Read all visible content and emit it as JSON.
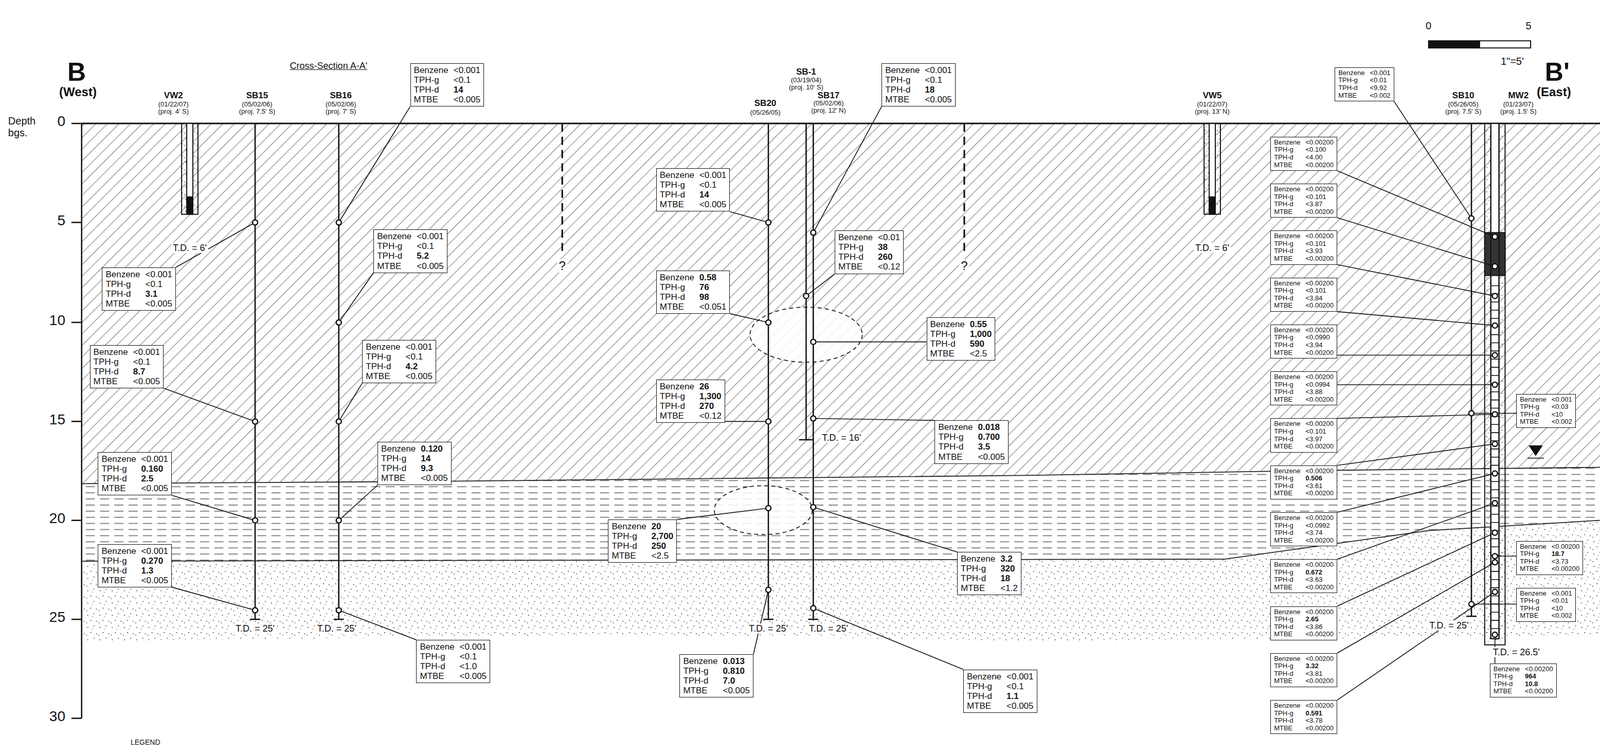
{
  "diagram": {
    "nodes": [
      {
        "text": [
          "Benzene",
          "<0.001",
          "TPH-g",
          "<0.1",
          "TPH-d",
          "14",
          "MTBE",
          "<0.005"
        ]
      },
      {
        "text": [
          "Benzene",
          "<0.001",
          "TPH-g",
          "<0.1",
          "TPH-d",
          "18",
          "MTBE",
          "<0.005"
        ]
      },
      {
        "text": [
          "Benzene",
          "<0.001",
          "TPH-g",
          "<0.01",
          "TPH-d",
          "<9.92",
          "MTBE",
          "<0.002"
        ]
      },
      {
        "text": [
          "Benzene",
          "<0.001",
          "TPH-g",
          "<0.1",
          "TPH-d",
          "3.1",
          "MTBE",
          "<0.005"
        ]
      },
      {
        "text": [
          "Benzene",
          "<0.001",
          "TPH-g",
          "<0.1",
          "TPH-d",
          "8.7",
          "MTBE",
          "<0.005"
        ]
      },
      {
        "text": [
          "Benzene",
          "<0.001",
          "TPH-g",
          "0.160",
          "TPH-d",
          "2.5",
          "MTBE",
          "<0.005"
        ]
      },
      {
        "text": [
          "Benzene",
          "<0.001",
          "TPH-g",
          "0.270",
          "TPH-d",
          "1.3",
          "MTBE",
          "<0.005"
        ]
      },
      {
        "text": [
          "Benzene",
          "<0.001",
          "TPH-g",
          "<0.1",
          "TPH-d",
          "5.2",
          "MTBE",
          "<0.005"
        ]
      },
      {
        "text": [
          "Benzene",
          "<0.001",
          "TPH-g",
          "<0.1",
          "TPH-d",
          "4.2",
          "MTBE",
          "<0.005"
        ]
      },
      {
        "text": [
          "Benzene",
          "0.120",
          "TPH-g",
          "14",
          "TPH-d",
          "9.3",
          "MTBE",
          "<0.005"
        ]
      },
      {
        "text": [
          "Benzene",
          "<0.001",
          "TPH-g",
          "<0.1",
          "TPH-d",
          "<1.0",
          "MTBE",
          "<0.005"
        ]
      },
      {
        "text": [
          "Benzene",
          "<0.001",
          "TPH-g",
          "<0.1",
          "TPH-d",
          "14",
          "MTBE",
          "<0.005"
        ]
      },
      {
        "text": [
          "Benzene",
          "0.58",
          "TPH-g",
          "76",
          "TPH-d",
          "98",
          "MTBE",
          "<0.051"
        ]
      },
      {
        "text": [
          "Benzene",
          "26",
          "TPH-g",
          "1,300",
          "TPH-d",
          "270",
          "MTBE",
          "<0.12"
        ]
      },
      {
        "text": [
          "Benzene",
          "20",
          "TPH-g",
          "2,700",
          "TPH-d",
          "250",
          "MTBE",
          "<2.5"
        ]
      },
      {
        "text": [
          "Benzene",
          "0.013",
          "TPH-g",
          "0.810",
          "TPH-d",
          "7.0",
          "MTBE",
          "<0.005"
        ]
      },
      {
        "text": [
          "Benzene",
          "<0.01",
          "TPH-g",
          "38",
          "TPH-d",
          "260",
          "MTBE",
          "<0.12"
        ]
      },
      {
        "text": [
          "Benzene",
          "0.55",
          "TPH-g",
          "1,000",
          "TPH-d",
          "590",
          "MTBE",
          "<2.5"
        ]
      },
      {
        "text": [
          "Benzene",
          "0.018",
          "TPH-g",
          "0.700",
          "TPH-d",
          "3.5",
          "MTBE",
          "<0.005"
        ]
      },
      {
        "text": [
          "Benzene",
          "3.2",
          "TPH-g",
          "320",
          "TPH-d",
          "18",
          "MTBE",
          "<1.2"
        ]
      },
      {
        "text": [
          "Benzene",
          "<0.001",
          "TPH-g",
          "<0.1",
          "TPH-d",
          "1.1",
          "MTBE",
          "<0.005"
        ]
      },
      {
        "text": [
          "Benzene",
          "<0.00200",
          "TPH-g",
          "<0.100",
          "TPH-d",
          "<4.00",
          "MTBE",
          "<0.00200"
        ]
      },
      {
        "text": [
          "Benzene",
          "<0.00200",
          "TPH-g",
          "<0.101",
          "TPH-d",
          "<3.87",
          "MTBE",
          "<0.00200"
        ]
      },
      {
        "text": [
          "Benzene",
          "<0.00200",
          "TPH-g",
          "<0.101",
          "TPH-d",
          "<3.93",
          "MTBE",
          "<0.00200"
        ]
      },
      {
        "text": [
          "Benzene",
          "<0.00200",
          "TPH-g",
          "<0.101",
          "TPH-d",
          "<3.84",
          "MTBE",
          "<0.00200"
        ]
      },
      {
        "text": [
          "Benzene",
          "<0.00200",
          "TPH-g",
          "<0.0990",
          "TPH-d",
          "<3.94",
          "MTBE",
          "<0.00200"
        ]
      },
      {
        "text": [
          "Benzene",
          "<0.00200",
          "TPH-g",
          "<0.0994",
          "TPH-d",
          "<3.88",
          "MTBE",
          "<0.00200"
        ]
      },
      {
        "text": [
          "Benzene",
          "<0.00200",
          "TPH-g",
          "<0.101",
          "TPH-d",
          "<3.97",
          "MTBE",
          "<0.00200"
        ]
      },
      {
        "text": [
          "Benzene",
          "<0.00200",
          "TPH-g",
          "0.506",
          "TPH-d",
          "<3.61",
          "MTBE",
          "<0.00200"
        ]
      },
      {
        "text": [
          "Benzene",
          "<0.00200",
          "TPH-g",
          "<0.0992",
          "TPH-d",
          "<3.74",
          "MTBE",
          "<0.00200"
        ]
      },
      {
        "text": [
          "Benzene",
          "<0.00200",
          "TPH-g",
          "0.672",
          "TPH-d",
          "<3.63",
          "MTBE",
          "<0.00200"
        ]
      },
      {
        "text": [
          "Benzene",
          "<0.00200",
          "TPH-g",
          "2.65",
          "TPH-d",
          "<3.86",
          "MTBE",
          "<0.00200"
        ]
      },
      {
        "text": [
          "Benzene",
          "<0.00200",
          "TPH-g",
          "3.32",
          "TPH-d",
          "<3.81",
          "MTBE",
          "<0.00200"
        ]
      },
      {
        "text": [
          "Benzene",
          "<0.00200",
          "TPH-g",
          "0.591",
          "TPH-d",
          "<3.78",
          "MTBE",
          "<0.00200"
        ]
      },
      {
        "text": [
          "Benzene",
          "<0.001",
          "TPH-g",
          "<0.03",
          "TPH-d",
          "<10",
          "MTBE",
          "<0.002"
        ]
      },
      {
        "text": [
          "Benzene",
          "<0.00200",
          "TPH-g",
          "18.7",
          "TPH-d",
          "<3.73",
          "MTBE",
          "<0.00200"
        ]
      },
      {
        "text": [
          "Benzene",
          "<0.001",
          "TPH-g",
          "<0.01",
          "TPH-d",
          "<10",
          "MTBE",
          "<0.002"
        ]
      },
      {
        "text": [
          "Benzene",
          "<0.00200",
          "TPH-g",
          "964",
          "TPH-d",
          "10.8",
          "MTBE",
          "<0.00200"
        ]
      }
    ],
    "labels": [
      "B",
      "(West)",
      "B'",
      "(East)",
      "Depth bgs.",
      "0",
      "5",
      "10",
      "15",
      "20",
      "25",
      "30",
      "VW2",
      "(01/22/07)",
      "(proj. 4' S)",
      "SB15",
      "(05/02/06)",
      "(proj. 7.5' S)",
      "Cross-Section A-A'",
      "SB16",
      "(05/02/06)",
      "(proj. 7' S)",
      "SB-1",
      "(03/19/04)",
      "(proj. 10' S)",
      "SB20",
      "(05/26/05)",
      "SB17",
      "(05/02/06)",
      "(proj. 12' N)",
      "VW5",
      "(01/22/07)",
      "(proj. 13' N)",
      "SB10",
      "(05/26/05)",
      "(proj. 7.5' S)",
      "MW2",
      "(01/23/07)",
      "(proj. 1.5' S)",
      "T.D. = 6'",
      "T.D. = 25'",
      "T.D. = 25'",
      "T.D. = 16'",
      "T.D. = 25'",
      "T.D. = 25'",
      "T.D. = 6'",
      "T.D. = 25'",
      "T.D. = 26.5'",
      "?",
      "?",
      "0",
      "5",
      "1\"=5'",
      "LEGEND"
    ]
  }
}
